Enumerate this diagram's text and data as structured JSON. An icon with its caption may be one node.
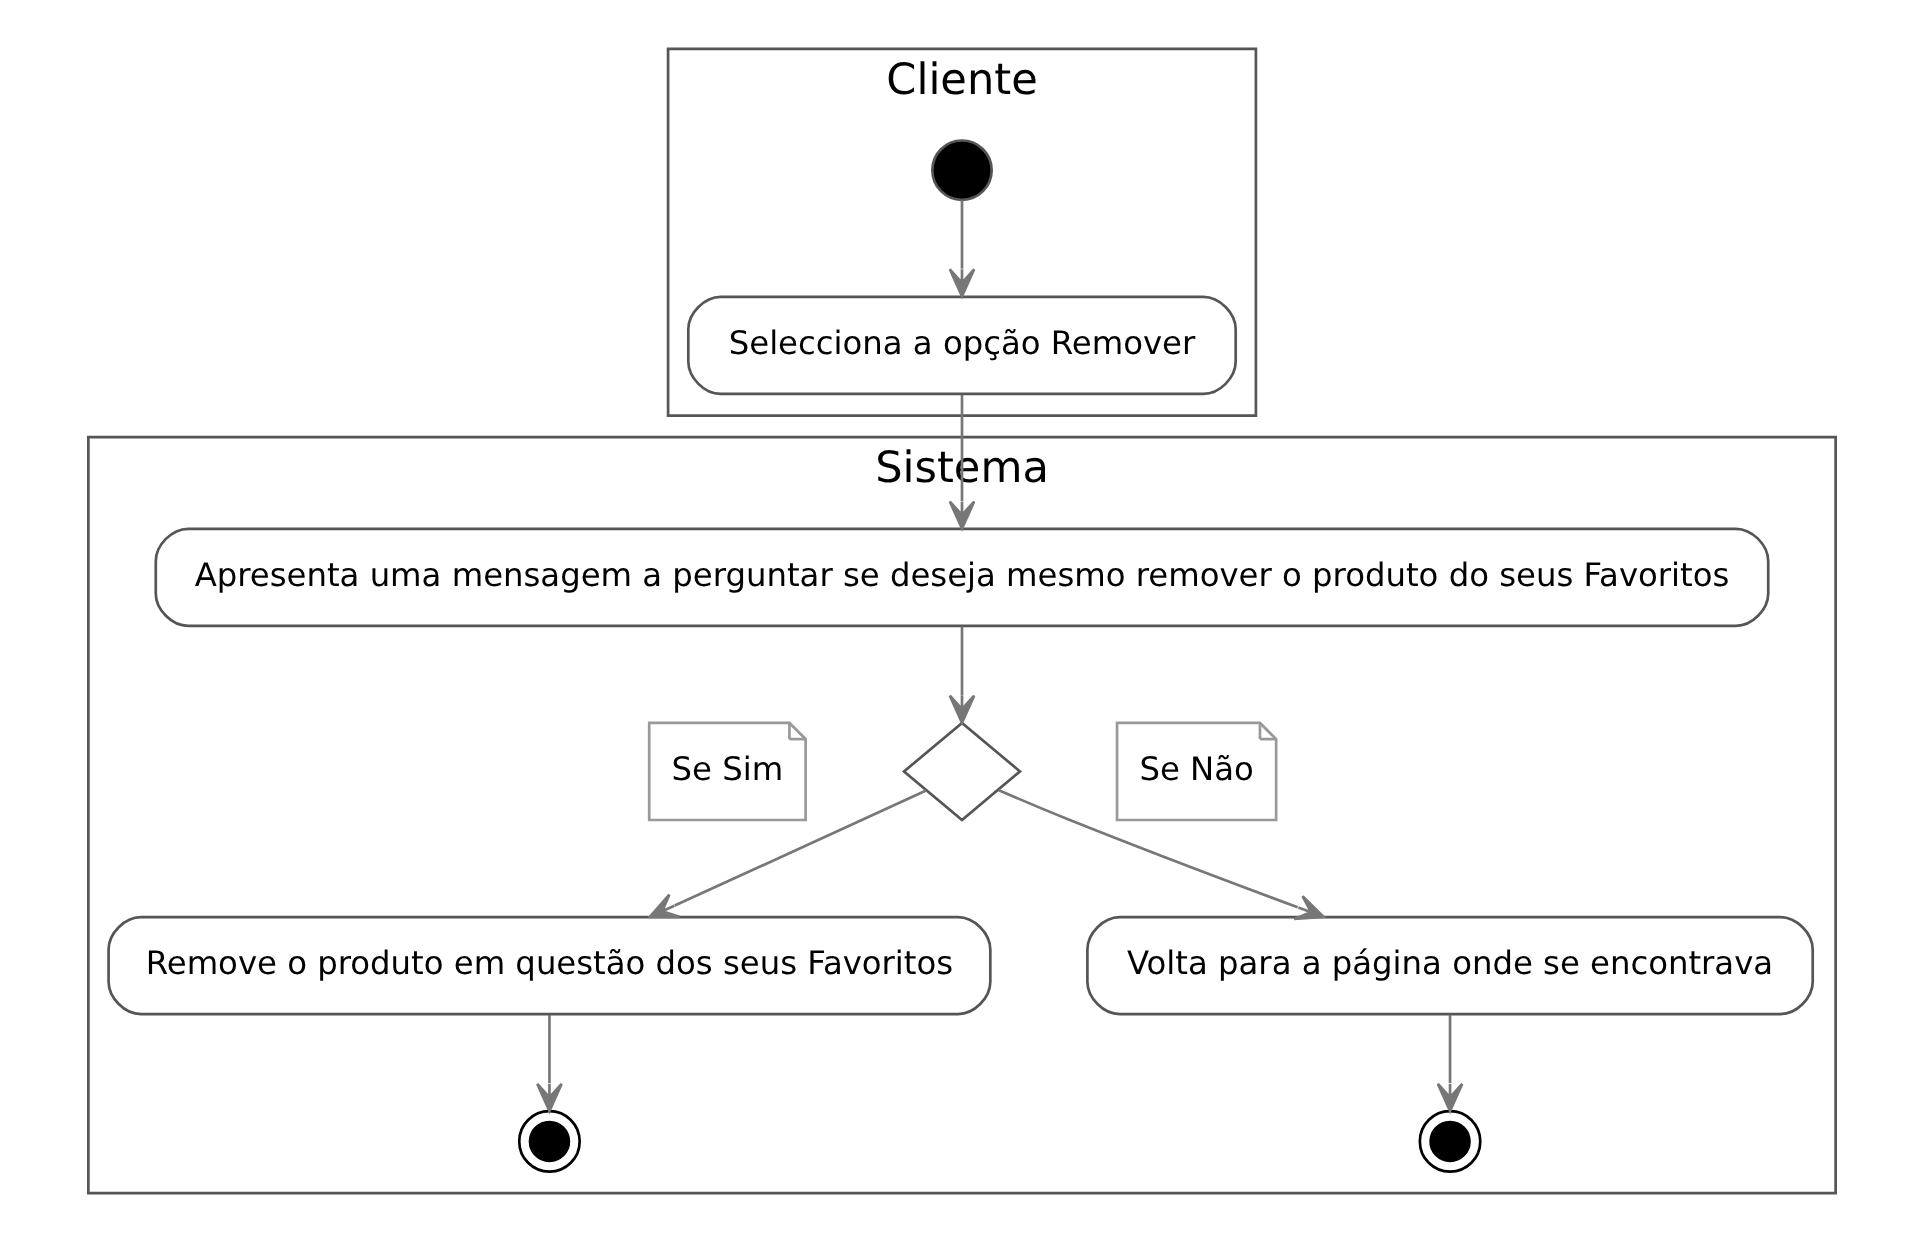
{
  "diagram": {
    "nodes": [
      {
        "text": [
          "Cliente"
        ]
      },
      {
        "text": [
          "Sistema"
        ]
      },
      {
        "text": [],
        "shape": "circle",
        "in": 0
      },
      {
        "text": [
          "Selecciona a opção Remover"
        ],
        "in": 0
      },
      {
        "text": [
          "Apresenta uma mensagem a perguntar se deseja mesmo remover o produto do seus Favoritos"
        ],
        "in": 1
      },
      {
        "text": [],
        "shape": "diamond",
        "in": 1
      },
      {
        "text": [
          "Se Sim"
        ],
        "in": 1
      },
      {
        "text": [
          "Se Não"
        ],
        "in": 1
      },
      {
        "text": [
          "Remove o produto em questão dos seus Favoritos"
        ],
        "in": 1
      },
      {
        "text": [
          "Volta para a página onde se encontrava"
        ],
        "in": 1
      },
      {
        "text": [],
        "shape": "circle",
        "in": 1
      },
      {
        "text": [],
        "shape": "circle",
        "in": 1
      }
    ],
    "edges": [
      {
        "from": 2,
        "to": 3,
        "arrow": "to"
      },
      {
        "from": 3,
        "to": 4,
        "arrow": "to"
      },
      {
        "from": 4,
        "to": 5,
        "arrow": "to"
      },
      {
        "from": 5,
        "to": 8,
        "arrow": "to"
      },
      {
        "from": 5,
        "to": 9,
        "arrow": "to"
      },
      {
        "from": 8,
        "to": 10,
        "arrow": "to"
      },
      {
        "from": 9,
        "to": 11,
        "arrow": "to"
      }
    ]
  }
}
